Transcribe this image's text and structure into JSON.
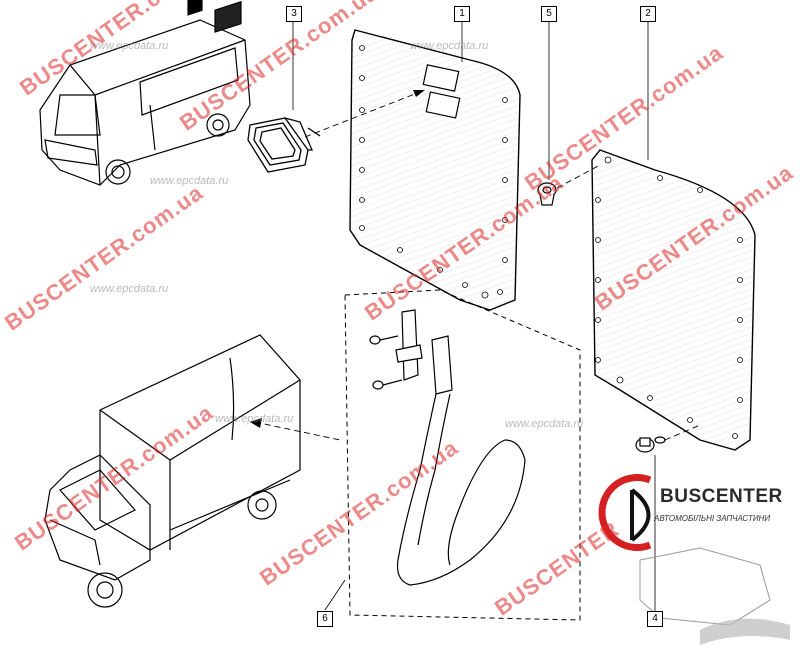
{
  "callouts": [
    {
      "id": "c1",
      "label": "1"
    },
    {
      "id": "c2",
      "label": "2"
    },
    {
      "id": "c3",
      "label": "3"
    },
    {
      "id": "c4",
      "label": "4"
    },
    {
      "id": "c5",
      "label": "5"
    },
    {
      "id": "c6",
      "label": "6"
    }
  ],
  "watermarks": {
    "red": "BUSCENTER.com.ua",
    "red_short": "BUSCENTER",
    "grey": "www.epcdata.ru"
  },
  "logo": {
    "title": "BUSCENTER",
    "subtitle": "АВТОМОБІЛЬНІ ЗАПЧАСТИНИ"
  },
  "colors": {
    "line": "#000000",
    "watermark_red": "#dc2828",
    "watermark_grey": "#8c8c8c",
    "logo_red": "#d42020"
  }
}
